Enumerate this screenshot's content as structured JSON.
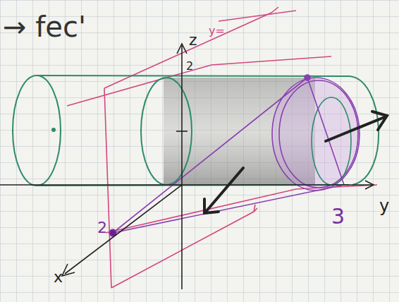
{
  "diagram": {
    "labels": [
      "→ fec'",
      "z",
      "y=",
      "2",
      "2",
      "3",
      "x",
      "y"
    ]
  }
}
